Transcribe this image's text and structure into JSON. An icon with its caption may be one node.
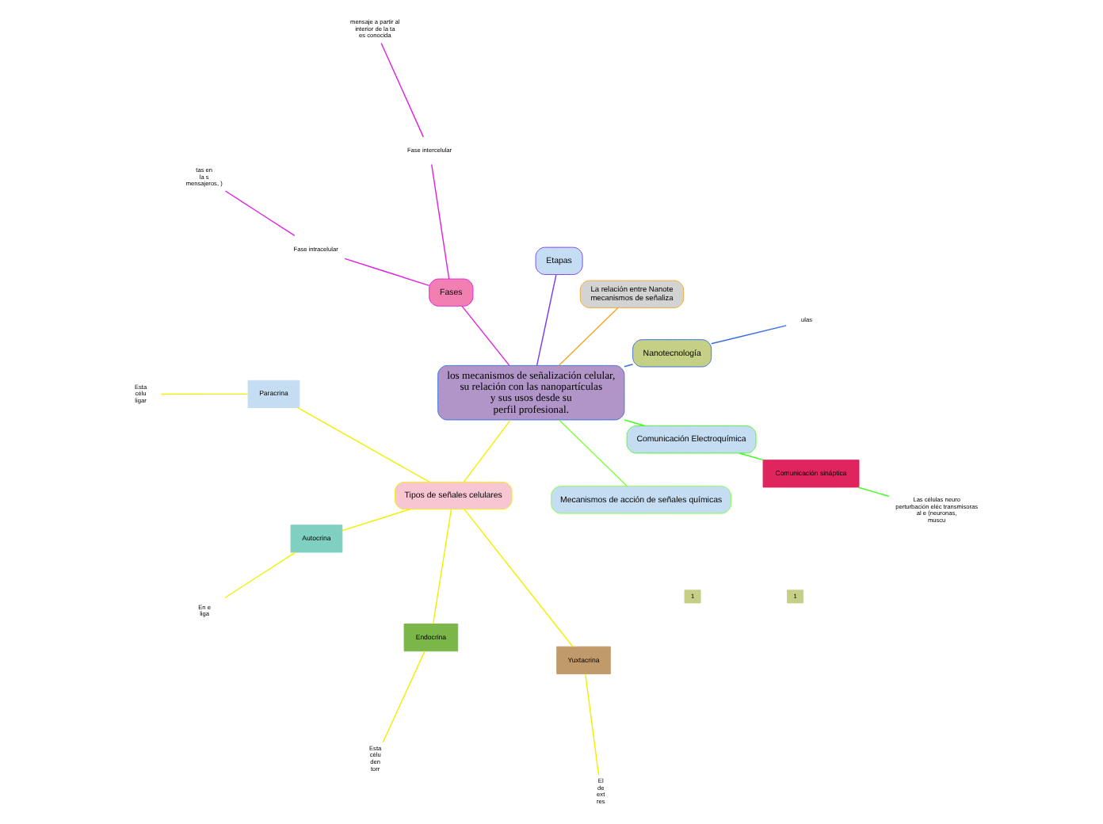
{
  "diagram": {
    "nodes": [
      {
        "text": [
          "los mecanismos de señalización celular, su relación con las nanopartículas y sus usos desde su perfil profesional."
        ]
      },
      {
        "text": [
          "Nanotecnología"
        ]
      },
      {
        "text": [
          "ulas"
        ]
      },
      {
        "text": [
          "La relación entre Nanote mecanismos de señaliza"
        ]
      },
      {
        "text": [
          "Etapas"
        ]
      },
      {
        "text": [
          "Fases"
        ]
      },
      {
        "text": [
          "Fase intercelular"
        ]
      },
      {
        "text": [
          "mensaje a partir al interior de la ta es conocida"
        ]
      },
      {
        "text": [
          "Fase intracelular"
        ]
      },
      {
        "text": [
          "tas en la s mensajeros, )"
        ]
      },
      {
        "text": [
          "Tipos de señales celulares"
        ]
      },
      {
        "text": [
          "Paracrina"
        ]
      },
      {
        "text": [
          "Esta célu ligar"
        ]
      },
      {
        "text": [
          "Autocrina"
        ]
      },
      {
        "text": [
          "En e liga"
        ]
      },
      {
        "text": [
          "Endocrina"
        ]
      },
      {
        "text": [
          "Esta célu den torr"
        ]
      },
      {
        "text": [
          "Yuxtacrina"
        ]
      },
      {
        "text": [
          "El de ext res"
        ]
      },
      {
        "text": [
          "Mecanismos de acción de señales químicas"
        ]
      },
      {
        "text": [
          "Comunicación Electroquímica"
        ]
      },
      {
        "text": [
          "Comunicación sináptica"
        ]
      },
      {
        "text": [
          "Las células neuro perturbación eléc transmisoras al e (neuronas, muscu"
        ]
      }
    ],
    "edges": [
      {
        "from": 0,
        "to": 1,
        "arrow": "none",
        "color": "#3b6fe0"
      },
      {
        "from": 1,
        "to": 2,
        "arrow": "none",
        "color": "#3b6fe0"
      },
      {
        "from": 0,
        "to": 3,
        "arrow": "none",
        "color": "#f5a623"
      },
      {
        "from": 0,
        "to": 4,
        "arrow": "none",
        "color": "#7a3cf0"
      },
      {
        "from": 0,
        "to": 5,
        "arrow": "none",
        "color": "#e020e0"
      },
      {
        "from": 5,
        "to": 6,
        "arrow": "none",
        "color": "#e020e0"
      },
      {
        "from": 6,
        "to": 7,
        "arrow": "none",
        "color": "#e020e0"
      },
      {
        "from": 5,
        "to": 8,
        "arrow": "none",
        "color": "#e020e0"
      },
      {
        "from": 8,
        "to": 9,
        "arrow": "none",
        "color": "#e020e0"
      },
      {
        "from": 0,
        "to": 10,
        "arrow": "none",
        "color": "#f0f000"
      },
      {
        "from": 10,
        "to": 11,
        "arrow": "none",
        "color": "#f0f000"
      },
      {
        "from": 11,
        "to": 12,
        "arrow": "none",
        "color": "#f0f000"
      },
      {
        "from": 10,
        "to": 13,
        "arrow": "none",
        "color": "#f0f000"
      },
      {
        "from": 13,
        "to": 14,
        "arrow": "none",
        "color": "#f0f000"
      },
      {
        "from": 10,
        "to": 15,
        "arrow": "none",
        "color": "#f0f000"
      },
      {
        "from": 15,
        "to": 16,
        "arrow": "none",
        "color": "#f0f000"
      },
      {
        "from": 10,
        "to": 17,
        "arrow": "none",
        "color": "#f0f000"
      },
      {
        "from": 17,
        "to": 18,
        "arrow": "none",
        "color": "#f0f000"
      },
      {
        "from": 0,
        "to": 19,
        "arrow": "none",
        "color": "#80ff40"
      },
      {
        "from": 0,
        "to": 20,
        "arrow": "none",
        "color": "#40ff20"
      },
      {
        "from": 20,
        "to": 21,
        "arrow": "none",
        "color": "#40ff20"
      },
      {
        "from": 21,
        "to": 22,
        "arrow": "none",
        "color": "#40ff20"
      }
    ],
    "labels": [
      "1",
      "1"
    ]
  }
}
